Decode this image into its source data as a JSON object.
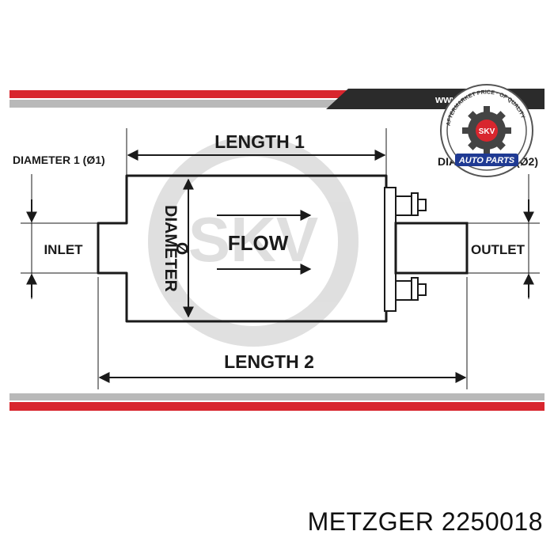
{
  "diagram": {
    "website": "www.skv.pl",
    "length1": "LENGTH 1",
    "length2": "LENGTH 2",
    "diameter1": "DIAMETER 1 (Ø1)",
    "diameter2_visible": "DIA",
    "diameter2_tail": "(Ø2)",
    "diameter_word": "DIAMETER",
    "diameter_symbol": "Ø",
    "flow": "FLOW",
    "inlet": "INLET",
    "outlet": "OUTLET"
  },
  "badge": {
    "ring_text": "AFTERMARKET PRICE · OF QUALITY",
    "center_text": "SKV",
    "bottom_text": "AUTO PARTS"
  },
  "caption": "METZGER 2250018",
  "colors": {
    "brand_red": "#d8262e",
    "dark": "#1a1a1a",
    "grey_bar": "#b9b9b9"
  }
}
